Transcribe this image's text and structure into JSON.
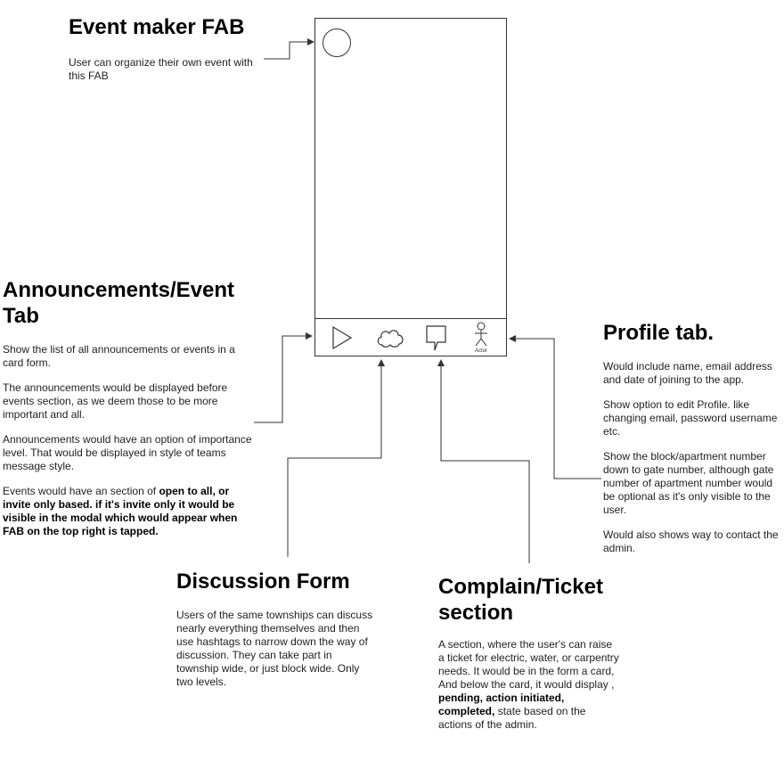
{
  "event_fab": {
    "title": "Event maker FAB",
    "desc": "User can organize their own event with this FAB"
  },
  "announcements": {
    "title": "Announcements/Event Tab",
    "p1": "Show the list of all announcements or events in a card form.",
    "p2": "The announcements would be displayed before events section, as we deem those to be more important and all.",
    "p3": "Announcements would have an option of importance level. That would be displayed in style of teams message style.",
    "p4_pre": "Events would have an section of ",
    "p4_bold": "open to all, or invite only based. if it's invite only it would be visible in the modal which would appear when FAB on the top right is tapped."
  },
  "profile": {
    "title": "Profile tab.",
    "p1": "Would include name, email address and date of joining to the app.",
    "p2": "Show option to edit Profile. like changing email, password username etc.",
    "p3": "Show the block/apartment number down to gate number, although gate number of apartment number would be optional as it's only visible to the user.",
    "p4": "Would also shows way to contact the admin."
  },
  "discussion": {
    "title": "Discussion Form",
    "p1": "Users of the same townships can discuss nearly everything themselves and then use hashtags to narrow down the way of discussion. They can take part in township wide, or just block wide. Only two levels."
  },
  "complain": {
    "title": "Complain/Ticket section",
    "p1_pre": "A section, where the user's can raise a ticket for electric, water, or carpentry needs. It would be in the form a card, And below the card, it would display , ",
    "p1_bold": "pending, action initiated, completed,",
    "p1_post": " state based on the actions of the admin."
  },
  "tabbar": {
    "actor_label": "Actor",
    "icons": [
      "play-icon",
      "cloud-icon",
      "callout-icon",
      "actor-icon"
    ]
  },
  "colors": {
    "stroke": "#333333",
    "text": "#1f1f1f"
  }
}
